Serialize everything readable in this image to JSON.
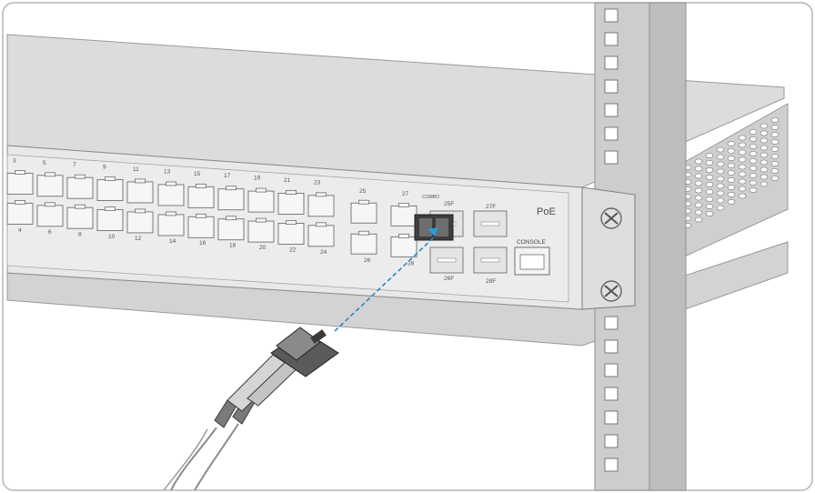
{
  "labels": {
    "poe": "PoE",
    "console": "CONSOLE",
    "combo": "COMBO",
    "port_top": [
      "3",
      "5",
      "7",
      "9",
      "11",
      "13",
      "15",
      "17",
      "19",
      "21",
      "23",
      "25",
      "27"
    ],
    "port_bottom": [
      "4",
      "6",
      "8",
      "10",
      "12",
      "14",
      "16",
      "18",
      "20",
      "22",
      "24",
      "26",
      "28"
    ],
    "sfp": [
      "25F",
      "27F",
      "26F",
      "28F"
    ]
  },
  "colors": {
    "switch_body": "#d9d9d9",
    "front_panel": "#e6e6e6",
    "port_fill": "#f2f2f2",
    "rack": "#c8c8c8",
    "cable": "#8c8c8c",
    "guide_line": "#2e86c1",
    "arrow": "#2e9bd6"
  }
}
